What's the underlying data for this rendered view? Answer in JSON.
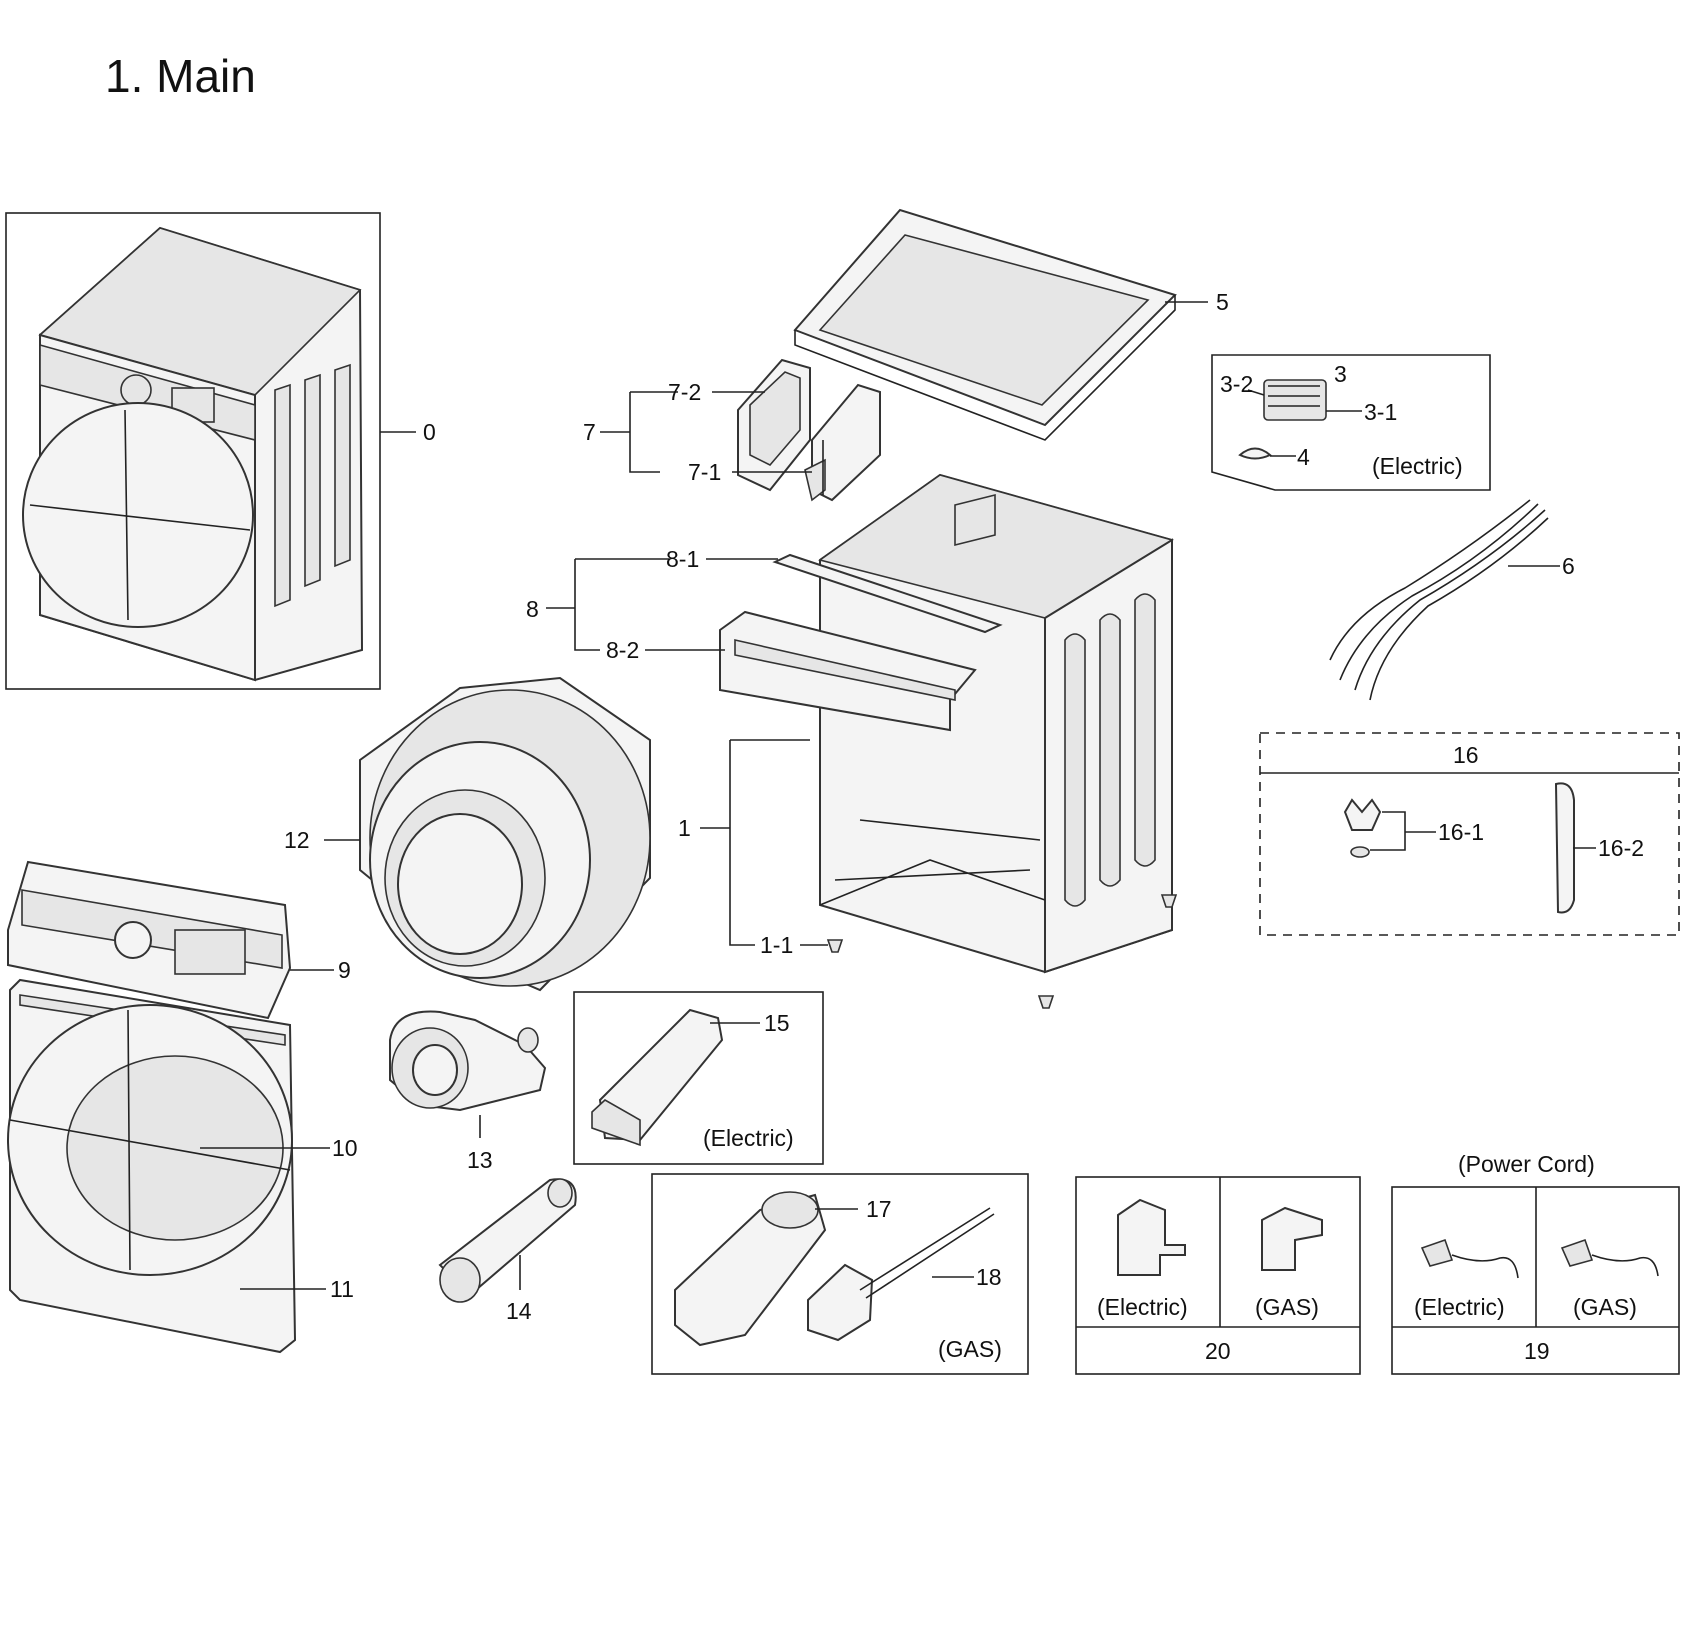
{
  "title": "1. Main",
  "callouts": {
    "c0": "0",
    "c1": "1",
    "c1_1": "1-1",
    "c3": "3",
    "c3_1": "3-1",
    "c3_2": "3-2",
    "c4": "4",
    "c5": "5",
    "c6": "6",
    "c7": "7",
    "c7_1": "7-1",
    "c7_2": "7-2",
    "c8": "8",
    "c8_1": "8-1",
    "c8_2": "8-2",
    "c9": "9",
    "c10": "10",
    "c11": "11",
    "c12": "12",
    "c13": "13",
    "c14": "14",
    "c15": "15",
    "c16": "16",
    "c16_1": "16-1",
    "c16_2": "16-2",
    "c17": "17",
    "c18": "18",
    "c19": "19",
    "c20": "20"
  },
  "notes": {
    "electric": "(Electric)",
    "gas": "(GAS)",
    "power_cord": "(Power Cord)"
  }
}
